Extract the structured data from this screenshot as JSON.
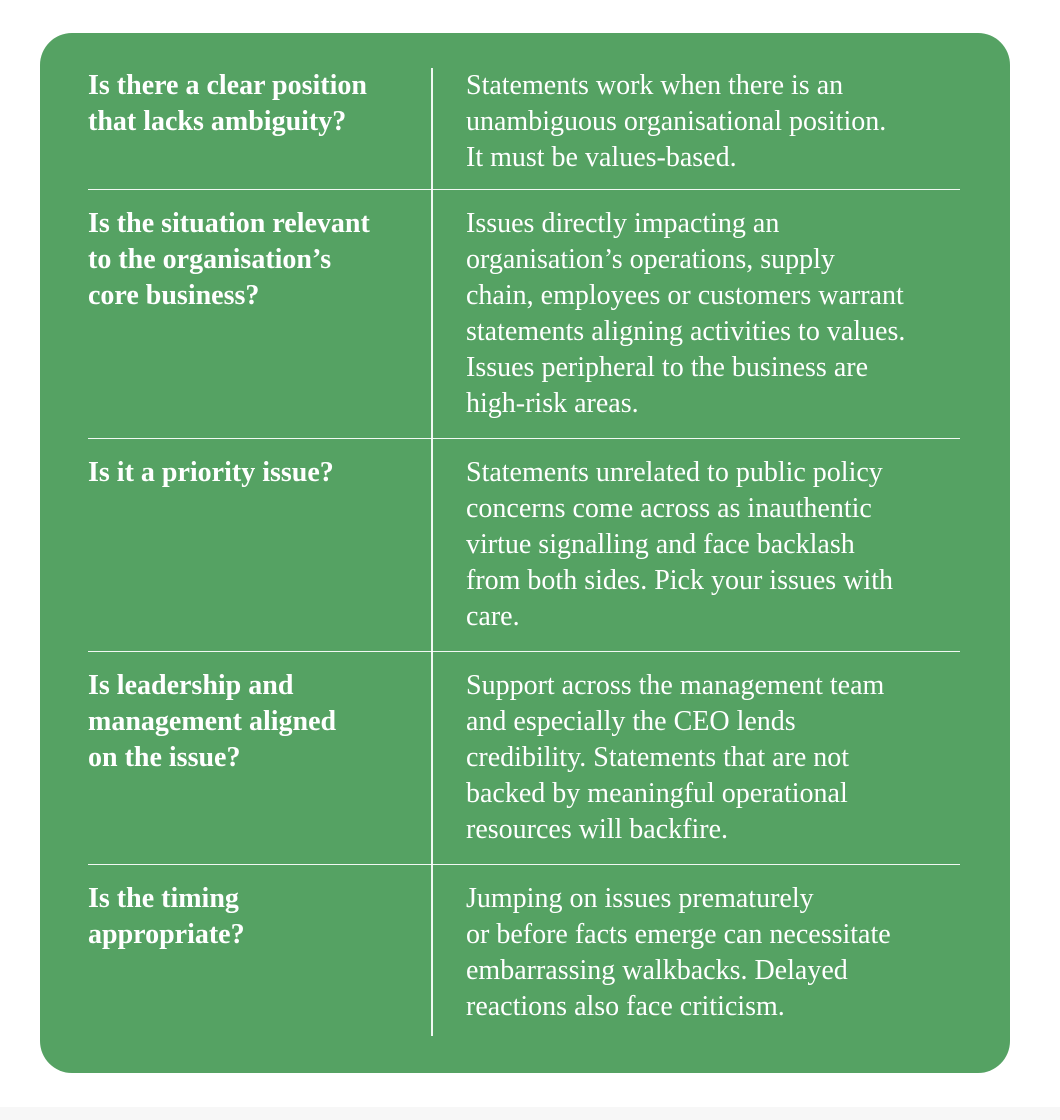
{
  "page": {
    "background_color": "#ffffff",
    "footer_band_color": "#f7f7f7"
  },
  "card": {
    "background_color": "#55a263",
    "text_color": "#ffffff",
    "divider_color": "#ffffff",
    "rows": [
      {
        "question": "Is there a clear position\nthat lacks ambiguity?",
        "answer": "Statements work when there is an\nunambiguous organisational position.\nIt must be values-based."
      },
      {
        "question": "Is the situation relevant\nto the organisation’s\ncore business?",
        "answer": "Issues directly impacting an\norganisation’s operations, supply\nchain, employees or customers warrant\nstatements aligning activities to values.\nIssues peripheral to the business are\nhigh-risk areas."
      },
      {
        "question": "Is it a priority issue?",
        "answer": "Statements unrelated to public policy\nconcerns come across as inauthentic\nvirtue signalling and face backlash\nfrom both sides. Pick your issues with\ncare."
      },
      {
        "question": "Is leadership and\nmanagement aligned\non the issue?",
        "answer": "Support across the management team\nand especially the CEO lends\ncredibility. Statements that are not\nbacked by meaningful operational\nresources will backfire."
      },
      {
        "question": "Is the timing\nappropriate?",
        "answer": "Jumping on issues prematurely\nor before facts emerge can necessitate\nembarrassing walkbacks. Delayed\nreactions also face criticism."
      }
    ]
  }
}
